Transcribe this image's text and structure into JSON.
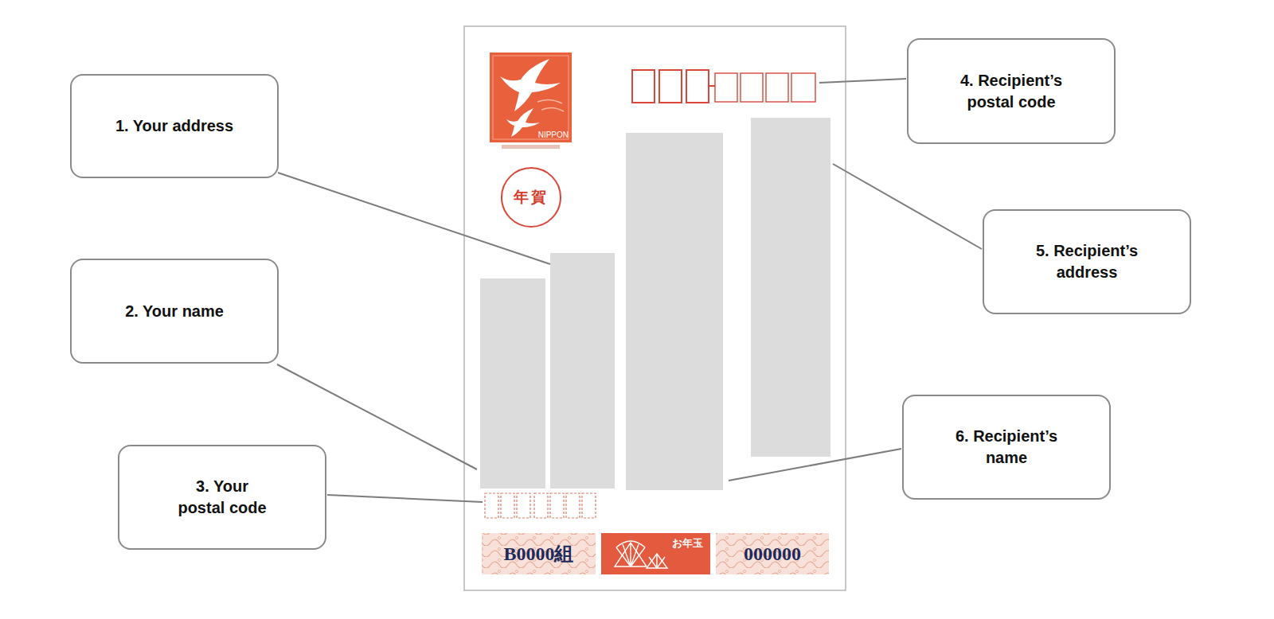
{
  "diagram": {
    "nodes": [
      {
        "text": [
          "1. Your address"
        ]
      },
      {
        "text": [
          "2. Your name"
        ]
      },
      {
        "text": [
          "3. Your postal code"
        ]
      },
      {
        "text": [
          "4. Recipient’s postal code"
        ]
      },
      {
        "text": [
          "5. Recipient’s address"
        ]
      },
      {
        "text": [
          "6. Recipient’s name"
        ]
      },
      {
        "text": [
          "年賀"
        ]
      }
    ],
    "labels": [
      "NIPPON",
      "B0000組",
      "お年玉",
      "000000"
    ]
  }
}
